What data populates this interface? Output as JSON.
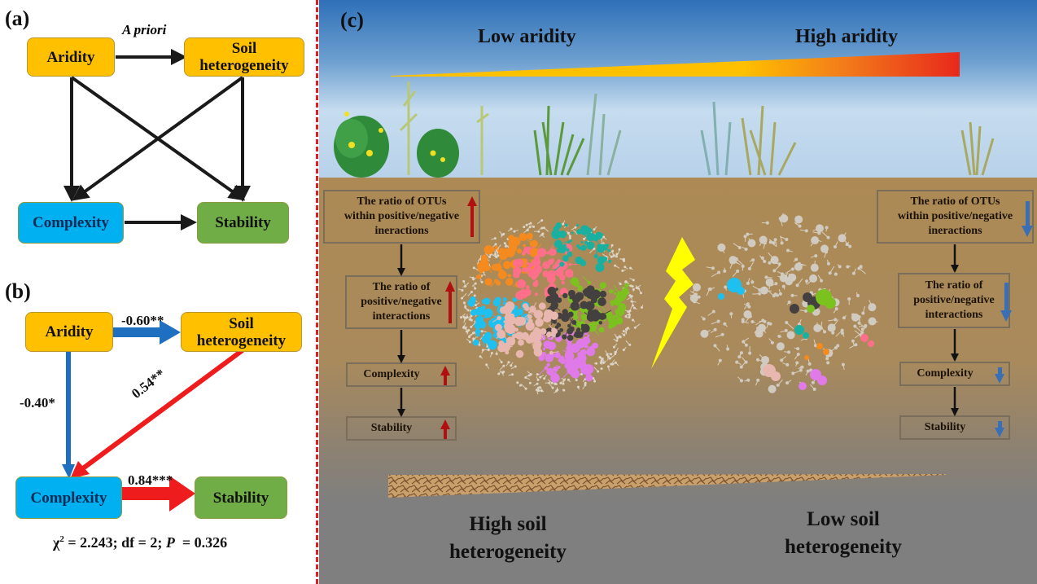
{
  "panel_a": {
    "label": "(a)",
    "annotation": "A priori",
    "nodes": {
      "aridity": "Aridity",
      "soil_heterogeneity_line1": "Soil",
      "soil_heterogeneity_line2": "heterogeneity",
      "complexity": "Complexity",
      "stability": "Stability"
    }
  },
  "panel_b": {
    "label": "(b)",
    "nodes": {
      "aridity": "Aridity",
      "soil_heterogeneity_line1": "Soil",
      "soil_heterogeneity_line2": "heterogeneity",
      "complexity": "Complexity",
      "stability": "Stability"
    },
    "paths": [
      {
        "from": "Aridity",
        "to": "Soil heterogeneity",
        "coefficient": "-0.60**",
        "color": "#1f6fc0"
      },
      {
        "from": "Aridity",
        "to": "Complexity",
        "coefficient": "-0.40*",
        "color": "#1f6fc0"
      },
      {
        "from": "Soil heterogeneity",
        "to": "Complexity",
        "coefficient": "0.54**",
        "color": "#ee1c1c"
      },
      {
        "from": "Complexity",
        "to": "Stability",
        "coefficient": "0.84***",
        "color": "#ee1c1c"
      }
    ],
    "fit": {
      "chi_symbol": "χ",
      "chi_sup": "2",
      "chi_value": " = 2.243; df = 2; ",
      "p_symbol": "P",
      "p_value": "  = 0.326"
    }
  },
  "panel_c": {
    "label": "(c)",
    "low_aridity": "Low aridity",
    "high_aridity": "High aridity",
    "left_flow": [
      {
        "lines": [
          "The ratio of OTUs",
          "within  positive/negative",
          "ineractions"
        ],
        "trend": "up"
      },
      {
        "lines": [
          "The ratio of",
          "positive/negative",
          "interactions"
        ],
        "trend": "up"
      },
      {
        "lines": [
          "Complexity"
        ],
        "trend": "up"
      },
      {
        "lines": [
          "Stability"
        ],
        "trend": "up"
      }
    ],
    "right_flow": [
      {
        "lines": [
          "The ratio of OTUs",
          "within  positive/negative",
          "ineractions"
        ],
        "trend": "down"
      },
      {
        "lines": [
          "The ratio of",
          "positive/negative",
          "interactions"
        ],
        "trend": "down"
      },
      {
        "lines": [
          "Complexity"
        ],
        "trend": "down"
      },
      {
        "lines": [
          "Stability"
        ],
        "trend": "down"
      }
    ],
    "high_soil_line1": "High soil",
    "high_soil_line2": "heterogeneity",
    "low_soil_line1": "Low soil",
    "low_soil_line2": "heterogeneity",
    "colors": {
      "up_arrow": "#b01010",
      "down_arrow": "#3b6fb5",
      "gradient_start": "#ffc000",
      "gradient_end": "#e8281c",
      "bolt": "#ffff00"
    }
  }
}
